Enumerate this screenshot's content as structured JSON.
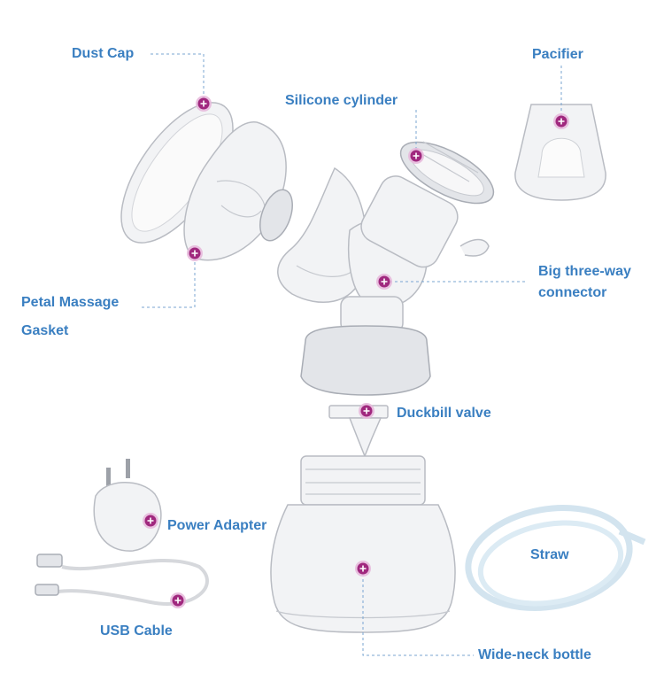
{
  "labels": {
    "dust_cap": "Dust Cap",
    "pacifier": "Pacifier",
    "silicone_cylinder": "Silicone cylinder",
    "petal_massage_line1": "Petal Massage",
    "petal_massage_line2": "Gasket",
    "big_connector_line1": "Big three-way",
    "big_connector_line2": "connector",
    "duckbill_valve": "Duckbill valve",
    "power_adapter": "Power Adapter",
    "straw": "Straw",
    "usb_cable": "USB Cable",
    "wide_neck_bottle": "Wide-neck bottle"
  },
  "colors": {
    "label_text": "#3a7fc1",
    "marker_fill": "#a0287e",
    "marker_ring": "#e7b9dc",
    "leader_line": "#7aa6d2"
  },
  "icons": {
    "marker": "plus-circle-icon"
  }
}
